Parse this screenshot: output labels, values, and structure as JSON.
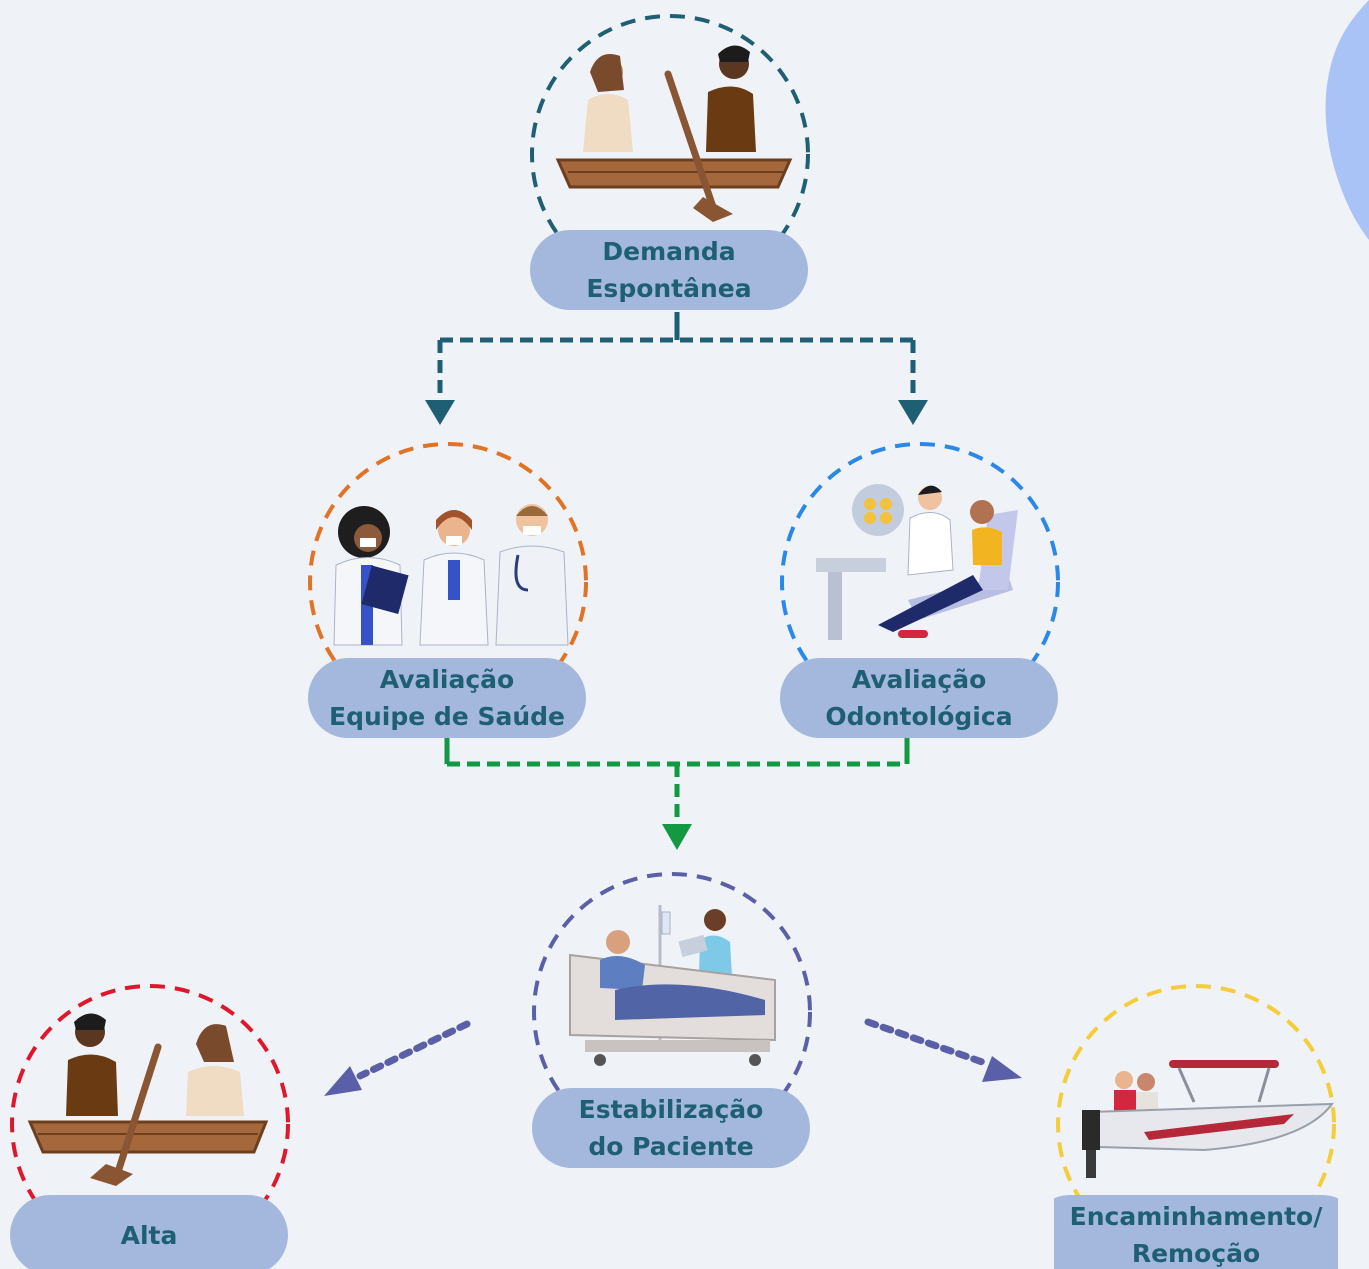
{
  "nodes": {
    "demanda": {
      "label": "Demanda\nEspontânea",
      "ring_color": "#1f5f74"
    },
    "equipe": {
      "label": "Avaliação\nEquipe de Saúde",
      "ring_color": "#e27224"
    },
    "odonto": {
      "label": "Avaliação\nOdontológica",
      "ring_color": "#2b88ea"
    },
    "estabilizacao": {
      "label": "Estabilização\ndo Paciente",
      "ring_color": "#5a5fa8"
    },
    "alta": {
      "label": "Alta",
      "ring_color": "#e0172a"
    },
    "encaminhamento": {
      "label": "Encaminhamento/\nRemoção",
      "ring_color": "#f5cc3a"
    }
  },
  "connector_colors": {
    "top": "#1f5f74",
    "middle": "#129942",
    "bottom": "#5a5fa8"
  },
  "colors": {
    "background": "#eff2f7",
    "label_fill": "#a3b8dc",
    "label_text": "#1f5f74",
    "corner_shape": "#a9c3f7"
  }
}
